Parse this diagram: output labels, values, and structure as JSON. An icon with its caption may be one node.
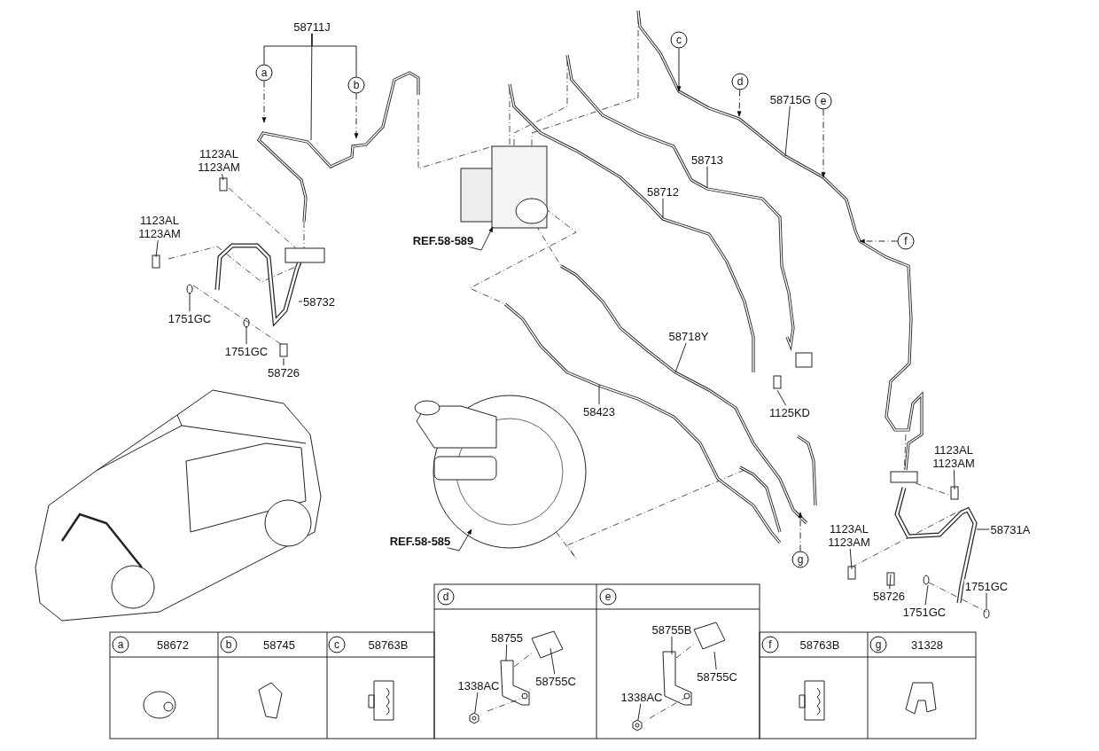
{
  "diagram": {
    "nodes": [
      {
        "text": [
          "58711J"
        ]
      },
      {
        "text": [
          "a"
        ]
      },
      {
        "text": [
          "b"
        ]
      },
      {
        "text": [
          "c"
        ]
      },
      {
        "text": [
          "d"
        ]
      },
      {
        "text": [
          "58715G"
        ]
      },
      {
        "text": [
          "e"
        ]
      },
      {
        "text": [
          "58713"
        ]
      },
      {
        "text": [
          "58712"
        ]
      },
      {
        "text": [
          "f"
        ]
      },
      {
        "text": [
          "1123AL",
          "1123AM"
        ]
      },
      {
        "text": [
          "1123AL",
          "1123AM"
        ]
      },
      {
        "text": [
          "58732"
        ]
      },
      {
        "text": [
          "1751GC"
        ]
      },
      {
        "text": [
          "1751GC"
        ]
      },
      {
        "text": [
          "58726"
        ]
      },
      {
        "text": [
          "REF.58-589"
        ]
      },
      {
        "text": [
          "58718Y"
        ]
      },
      {
        "text": [
          "58423"
        ]
      },
      {
        "text": [
          "1125KD"
        ]
      },
      {
        "text": [
          "REF.58-585"
        ]
      },
      {
        "text": [
          "g"
        ]
      },
      {
        "text": [
          "1123AL",
          "1123AM"
        ]
      },
      {
        "text": [
          "58731A"
        ]
      },
      {
        "text": [
          "1123AL",
          "1123AM"
        ]
      },
      {
        "text": [
          "58726"
        ]
      },
      {
        "text": [
          "1751GC"
        ]
      },
      {
        "text": [
          "1751GC"
        ]
      },
      {
        "text": [
          "58755"
        ]
      },
      {
        "text": [
          "58755C"
        ]
      },
      {
        "text": [
          "1338AC"
        ]
      },
      {
        "text": [
          "58755B"
        ]
      },
      {
        "text": [
          "58755C"
        ]
      },
      {
        "text": [
          "1338AC"
        ]
      },
      {
        "text": [],
        "shape": "picture"
      },
      {
        "text": [],
        "shape": "picture"
      }
    ],
    "edges": [
      {
        "from": 0,
        "to": null,
        "arrow": "none"
      },
      {
        "from": 0,
        "to": 1,
        "arrow": "none"
      },
      {
        "from": 0,
        "to": 2,
        "arrow": "none"
      },
      {
        "from": 1,
        "to": null,
        "arrow": "to",
        "style": "dashed"
      },
      {
        "from": 2,
        "to": null,
        "arrow": "to",
        "style": "dashed"
      },
      {
        "from": 3,
        "to": null,
        "arrow": "to"
      },
      {
        "from": 4,
        "to": null,
        "arrow": "to",
        "style": "dashed"
      },
      {
        "from": 5,
        "to": null,
        "arrow": "none"
      },
      {
        "from": 6,
        "to": null,
        "arrow": "to",
        "style": "dashed"
      },
      {
        "from": 7,
        "to": null,
        "arrow": "none"
      },
      {
        "from": 8,
        "to": null,
        "arrow": "none"
      },
      {
        "from": 9,
        "to": null,
        "arrow": "to",
        "style": "dashed"
      },
      {
        "from": 10,
        "to": null,
        "arrow": "none"
      },
      {
        "from": 11,
        "to": null,
        "arrow": "none"
      },
      {
        "from": 12,
        "to": null,
        "arrow": "none"
      },
      {
        "from": 13,
        "to": null,
        "arrow": "none"
      },
      {
        "from": 14,
        "to": null,
        "arrow": "none"
      },
      {
        "from": 15,
        "to": null,
        "arrow": "none"
      },
      {
        "from": 16,
        "to": null,
        "arrow": "to"
      },
      {
        "from": 17,
        "to": null,
        "arrow": "none"
      },
      {
        "from": 18,
        "to": null,
        "arrow": "none"
      },
      {
        "from": 19,
        "to": null,
        "arrow": "none"
      },
      {
        "from": 20,
        "to": null,
        "arrow": "to"
      },
      {
        "from": 21,
        "to": null,
        "arrow": "to",
        "style": "dashed"
      },
      {
        "from": 22,
        "to": null,
        "arrow": "none"
      },
      {
        "from": 23,
        "to": null,
        "arrow": "none"
      },
      {
        "from": 24,
        "to": null,
        "arrow": "none"
      },
      {
        "from": 25,
        "to": null,
        "arrow": "none"
      },
      {
        "from": 26,
        "to": null,
        "arrow": "none"
      },
      {
        "from": 27,
        "to": null,
        "arrow": "none"
      },
      {
        "from": 28,
        "to": null,
        "arrow": "none"
      },
      {
        "from": 29,
        "to": null,
        "arrow": "none"
      },
      {
        "from": 30,
        "to": 34,
        "arrow": "none"
      },
      {
        "from": 31,
        "to": null,
        "arrow": "none"
      },
      {
        "from": 32,
        "to": null,
        "arrow": "none"
      },
      {
        "from": 33,
        "to": 35,
        "arrow": "none"
      }
    ],
    "labels": [
      "d",
      "e",
      "a",
      "58672",
      "b",
      "58745",
      "c",
      "58763B",
      "f",
      "58763B",
      "g",
      "31328"
    ]
  }
}
